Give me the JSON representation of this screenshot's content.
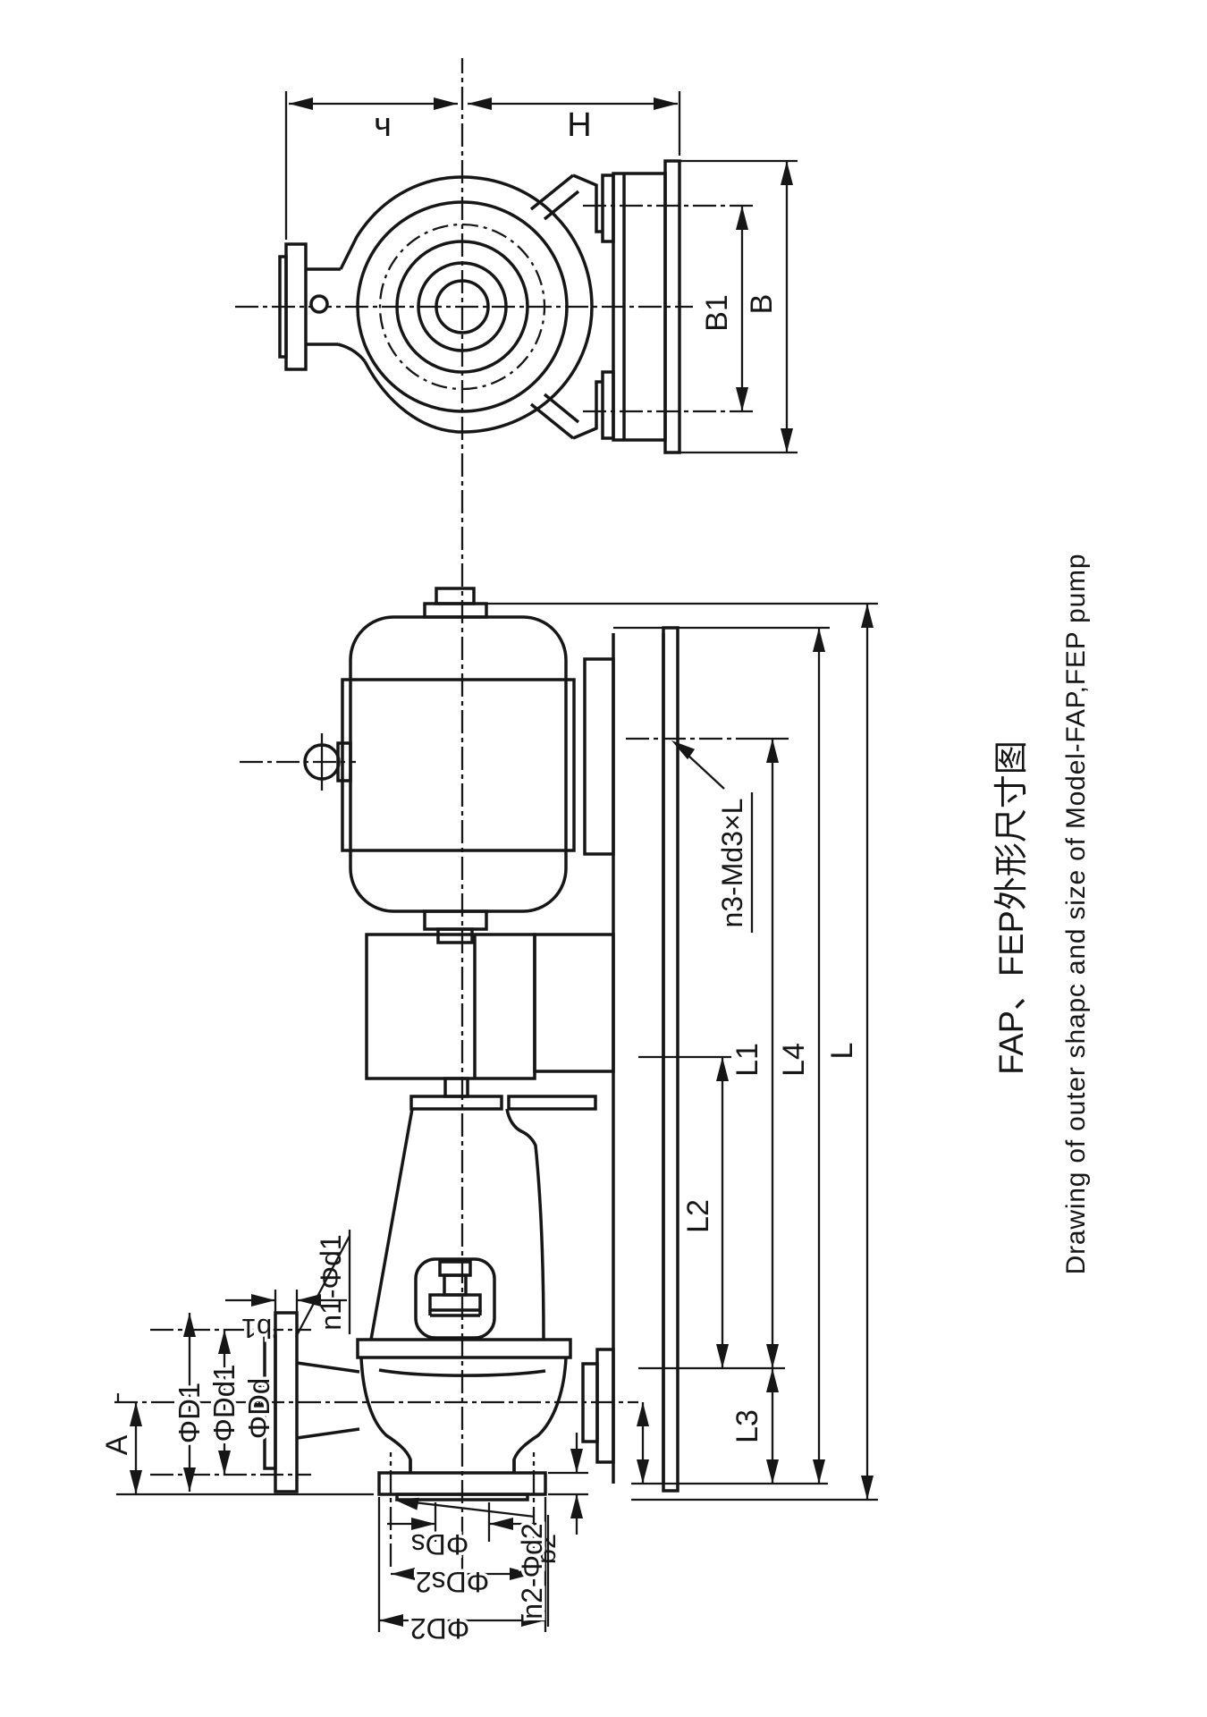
{
  "page": {
    "background": "#ffffff",
    "ink": "#161616",
    "orientation": "landscape drawing rotated 90° CCW to portrait"
  },
  "labels": {
    "phiDs": "ΦDs",
    "phiDs2": "ΦDs2",
    "phiD2": "ΦD2",
    "b2": "b2",
    "n2phid2": "n2-Φd2",
    "A": "A",
    "phiD1": "ΦD1",
    "phiDd1": "ΦDd1",
    "phiDd": "ΦDd",
    "b1": "b1",
    "n1phid1": "n1-Φd1",
    "L2": "L2",
    "L3": "L3",
    "L1": "L1",
    "L4": "L4",
    "L": "L",
    "n3md3": "n3-Md3×L",
    "B1": "B1",
    "B": "B",
    "che": "ч",
    "Hdim": "H",
    "title_cn": "FAP、FEP外形尺寸图",
    "title_en": "Drawing of outer shapc and size of Model-FAP,FEP pump"
  }
}
